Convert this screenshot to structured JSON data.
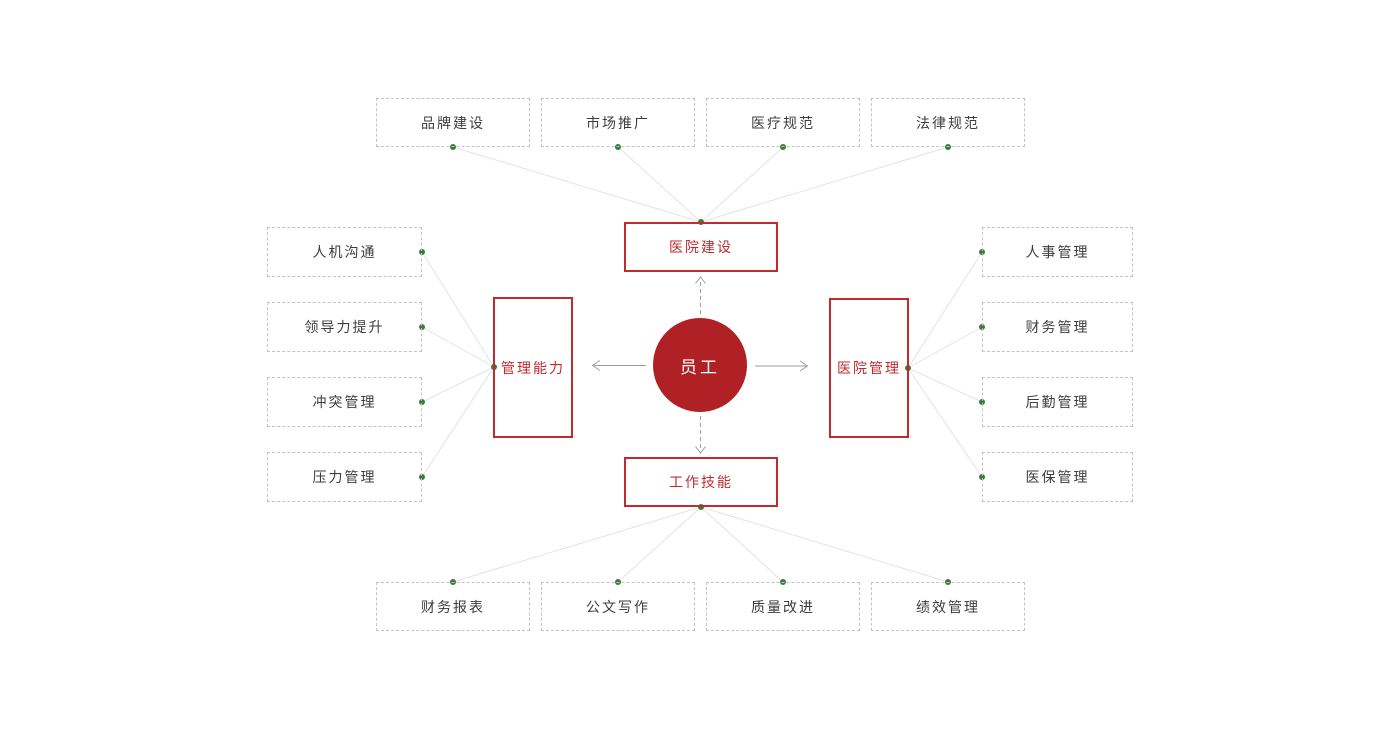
{
  "diagram": {
    "center": {
      "label": "员工"
    },
    "branches": {
      "top": {
        "label": "医院建设",
        "children": [
          "品牌建设",
          "市场推广",
          "医疗规范",
          "法律规范"
        ]
      },
      "left": {
        "label": "管理能力",
        "children": [
          "人机沟通",
          "领导力提升",
          "冲突管理",
          "压力管理"
        ]
      },
      "right": {
        "label": "医院管理",
        "children": [
          "人事管理",
          "财务管理",
          "后勤管理",
          "医保管理"
        ]
      },
      "bottom": {
        "label": "工作技能",
        "children": [
          "财务报表",
          "公文写作",
          "质量改进",
          "绩效管理"
        ]
      }
    },
    "colors": {
      "primary_red": "#b02125",
      "border_red": "#c02b30",
      "text_red": "#c02b30",
      "green_dot": "#3a7d3a",
      "leaf_border": "#c3c3c3",
      "leaf_text": "#3d3d3d",
      "line_gray": "#e3e3e3",
      "arrow_gray": "#9d9d9d"
    }
  }
}
